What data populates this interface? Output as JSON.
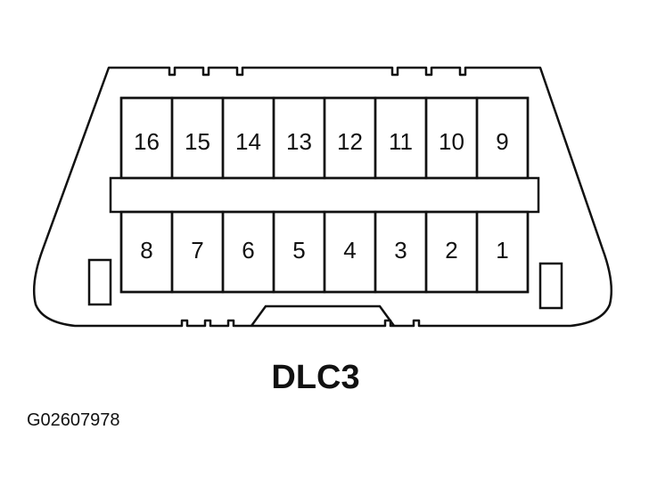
{
  "diagram": {
    "title": "DLC3",
    "figure_id": "G02607978",
    "top_row_pins": [
      "16",
      "15",
      "14",
      "13",
      "12",
      "11",
      "10",
      "9"
    ],
    "bottom_row_pins": [
      "8",
      "7",
      "6",
      "5",
      "4",
      "3",
      "2",
      "1"
    ]
  }
}
